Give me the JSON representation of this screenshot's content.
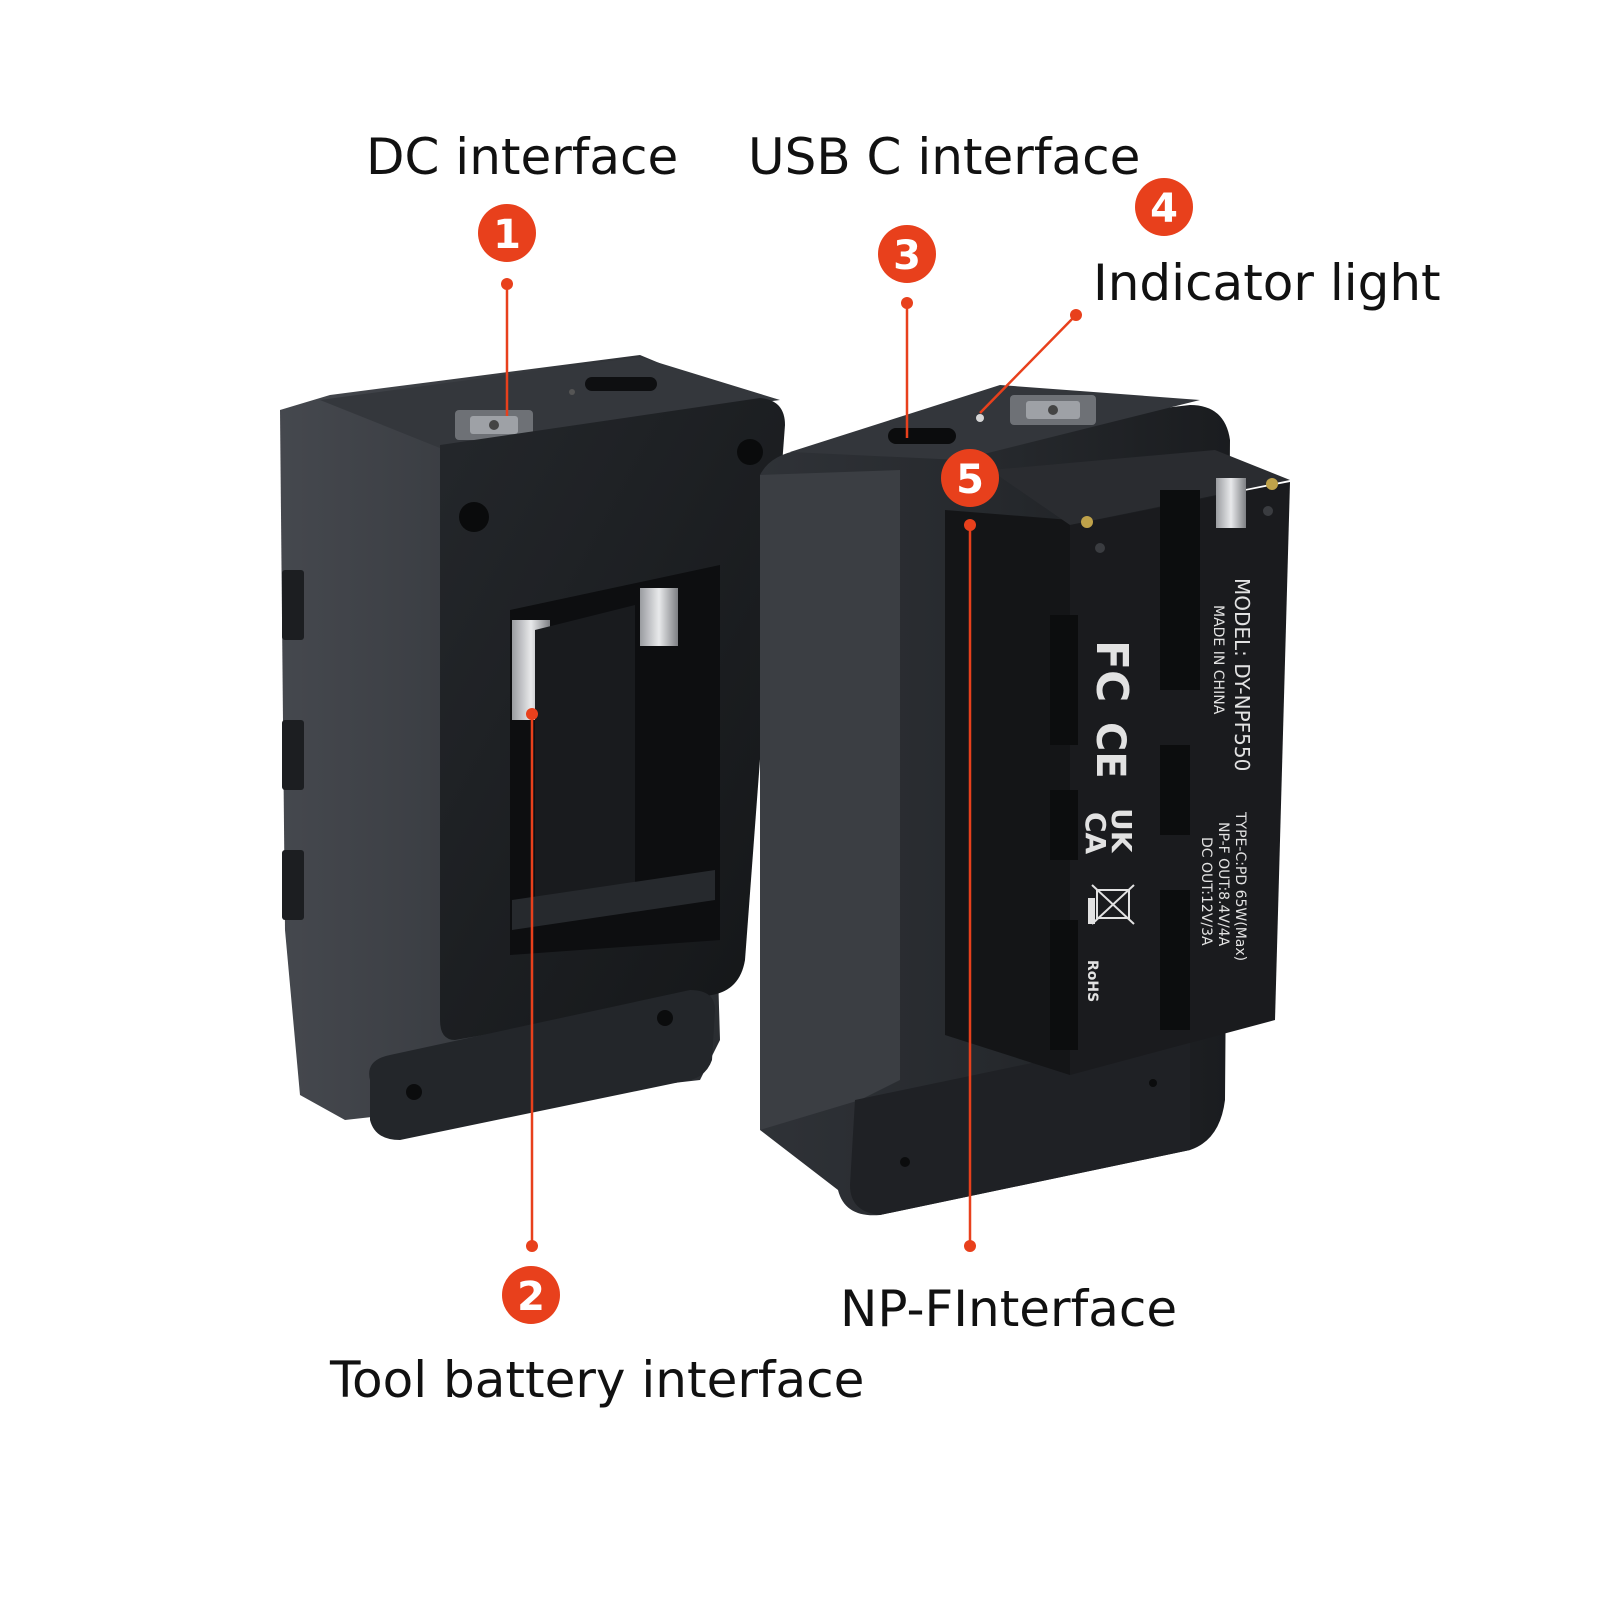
{
  "colors": {
    "background": "#ffffff",
    "accent": "#e8401c",
    "text": "#111111",
    "body_dark": "#1d1f23",
    "body_mid": "#2b2e33",
    "body_light": "#3a3d43"
  },
  "callouts": [
    {
      "number": "1",
      "label": "DC interface"
    },
    {
      "number": "2",
      "label": "Tool battery interface"
    },
    {
      "number": "3",
      "label": "USB C interface"
    },
    {
      "number": "4",
      "label": "Indicator light"
    },
    {
      "number": "5",
      "label": "NP-FInterface"
    }
  ],
  "device_label": {
    "model": "MODEL: DY-NPF550",
    "origin": "MADE IN CHINA",
    "spec_1": "TYPE-C:PD 65W(Max)",
    "spec_2": "NP-F OUT:8.4V/4A",
    "spec_3": "DC OUT:12V/3A",
    "mark_fc": "FC",
    "mark_ce": "CE",
    "mark_ukca_1": "UK",
    "mark_ukca_2": "CA",
    "mark_rohs": "RoHS"
  }
}
